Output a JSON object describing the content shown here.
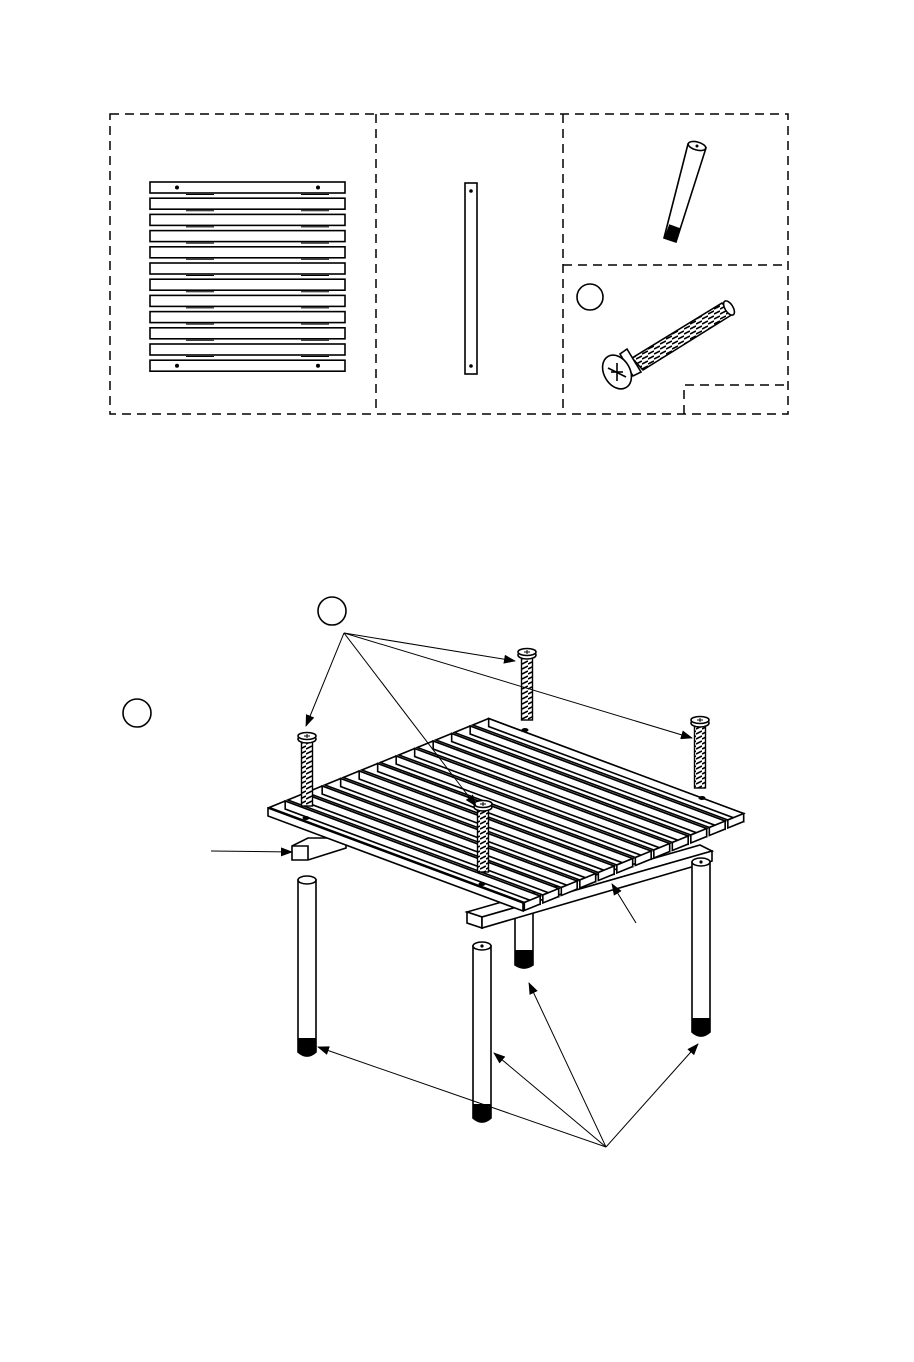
{
  "diagram": {
    "parts": [
      {
        "id": "part-a",
        "name": "slatted-top-panel",
        "icon": "slat-panel-icon"
      },
      {
        "id": "part-b",
        "name": "support-rail",
        "icon": "rail-icon"
      },
      {
        "id": "part-c",
        "name": "leg",
        "icon": "leg-icon"
      },
      {
        "id": "part-d",
        "name": "screw",
        "icon": "screw-icon"
      }
    ],
    "callouts": [
      {
        "id": "screw-callout-label",
        "text": ""
      },
      {
        "id": "step-number-label",
        "text": ""
      },
      {
        "id": "parts-screw-badge-label",
        "text": ""
      },
      {
        "id": "parts-qty-box-label",
        "text": ""
      }
    ],
    "colors": {
      "line": "#000000",
      "fill": "#ffffff",
      "background": "#ffffff"
    }
  }
}
